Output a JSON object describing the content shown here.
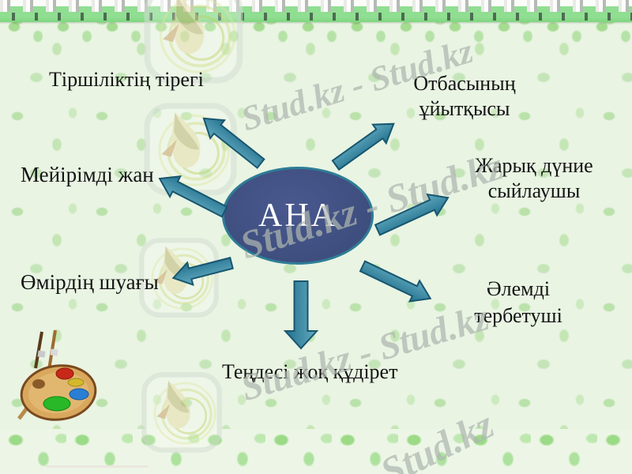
{
  "slide": {
    "center_node": {
      "label": "АНА"
    },
    "branches": [
      {
        "id": "tirshilik",
        "lines": [
          "Тіршіліктің тірегі"
        ]
      },
      {
        "id": "otbasy",
        "lines": [
          "Отбасының",
          "ұйытқысы"
        ]
      },
      {
        "id": "meyirimdi",
        "lines": [
          "Мейірімді жан"
        ]
      },
      {
        "id": "zharyk",
        "lines": [
          "Жарық дүние",
          "сыйлаушы"
        ]
      },
      {
        "id": "omirdin",
        "lines": [
          "Өмірдің шуағы"
        ]
      },
      {
        "id": "alemdi",
        "lines": [
          "Әлемді",
          "тербетуші"
        ]
      },
      {
        "id": "tendesi",
        "lines": [
          "Теңдесі жоқ құдірет"
        ]
      }
    ],
    "watermarks": {
      "wm1": "Stud.kz - Stud.kz",
      "wm2": "Stud.kz - Stud.kz",
      "wm3": "Stud.kz - Stud.kz",
      "wm4": "Stud.kz"
    },
    "icons": {
      "palette": "paint-palette-icon",
      "logo": "hummingbird-logo-icon",
      "binding": "notebook-spiral-binding"
    },
    "colors": {
      "background": "#e9f4e3",
      "leaf_green": "#7ed65e",
      "node_fill": "#3e4e7e",
      "node_border": "#2e7d96",
      "arrow_fill": "#2f7f9d",
      "arrow_outline": "#17566f",
      "label_text": "#141414",
      "watermark": "#adb5af"
    }
  },
  "diagram": {
    "type": "radial-mindmap",
    "center": "АНА",
    "spokes": [
      "Тіршіліктің тірегі",
      "Отбасының ұйытқысы",
      "Мейірімді жан",
      "Жарық дүние сыйлаушы",
      "Өмірдің шуағы",
      "Әлемді тербетуші",
      "Теңдесі жоқ құдірет"
    ]
  }
}
